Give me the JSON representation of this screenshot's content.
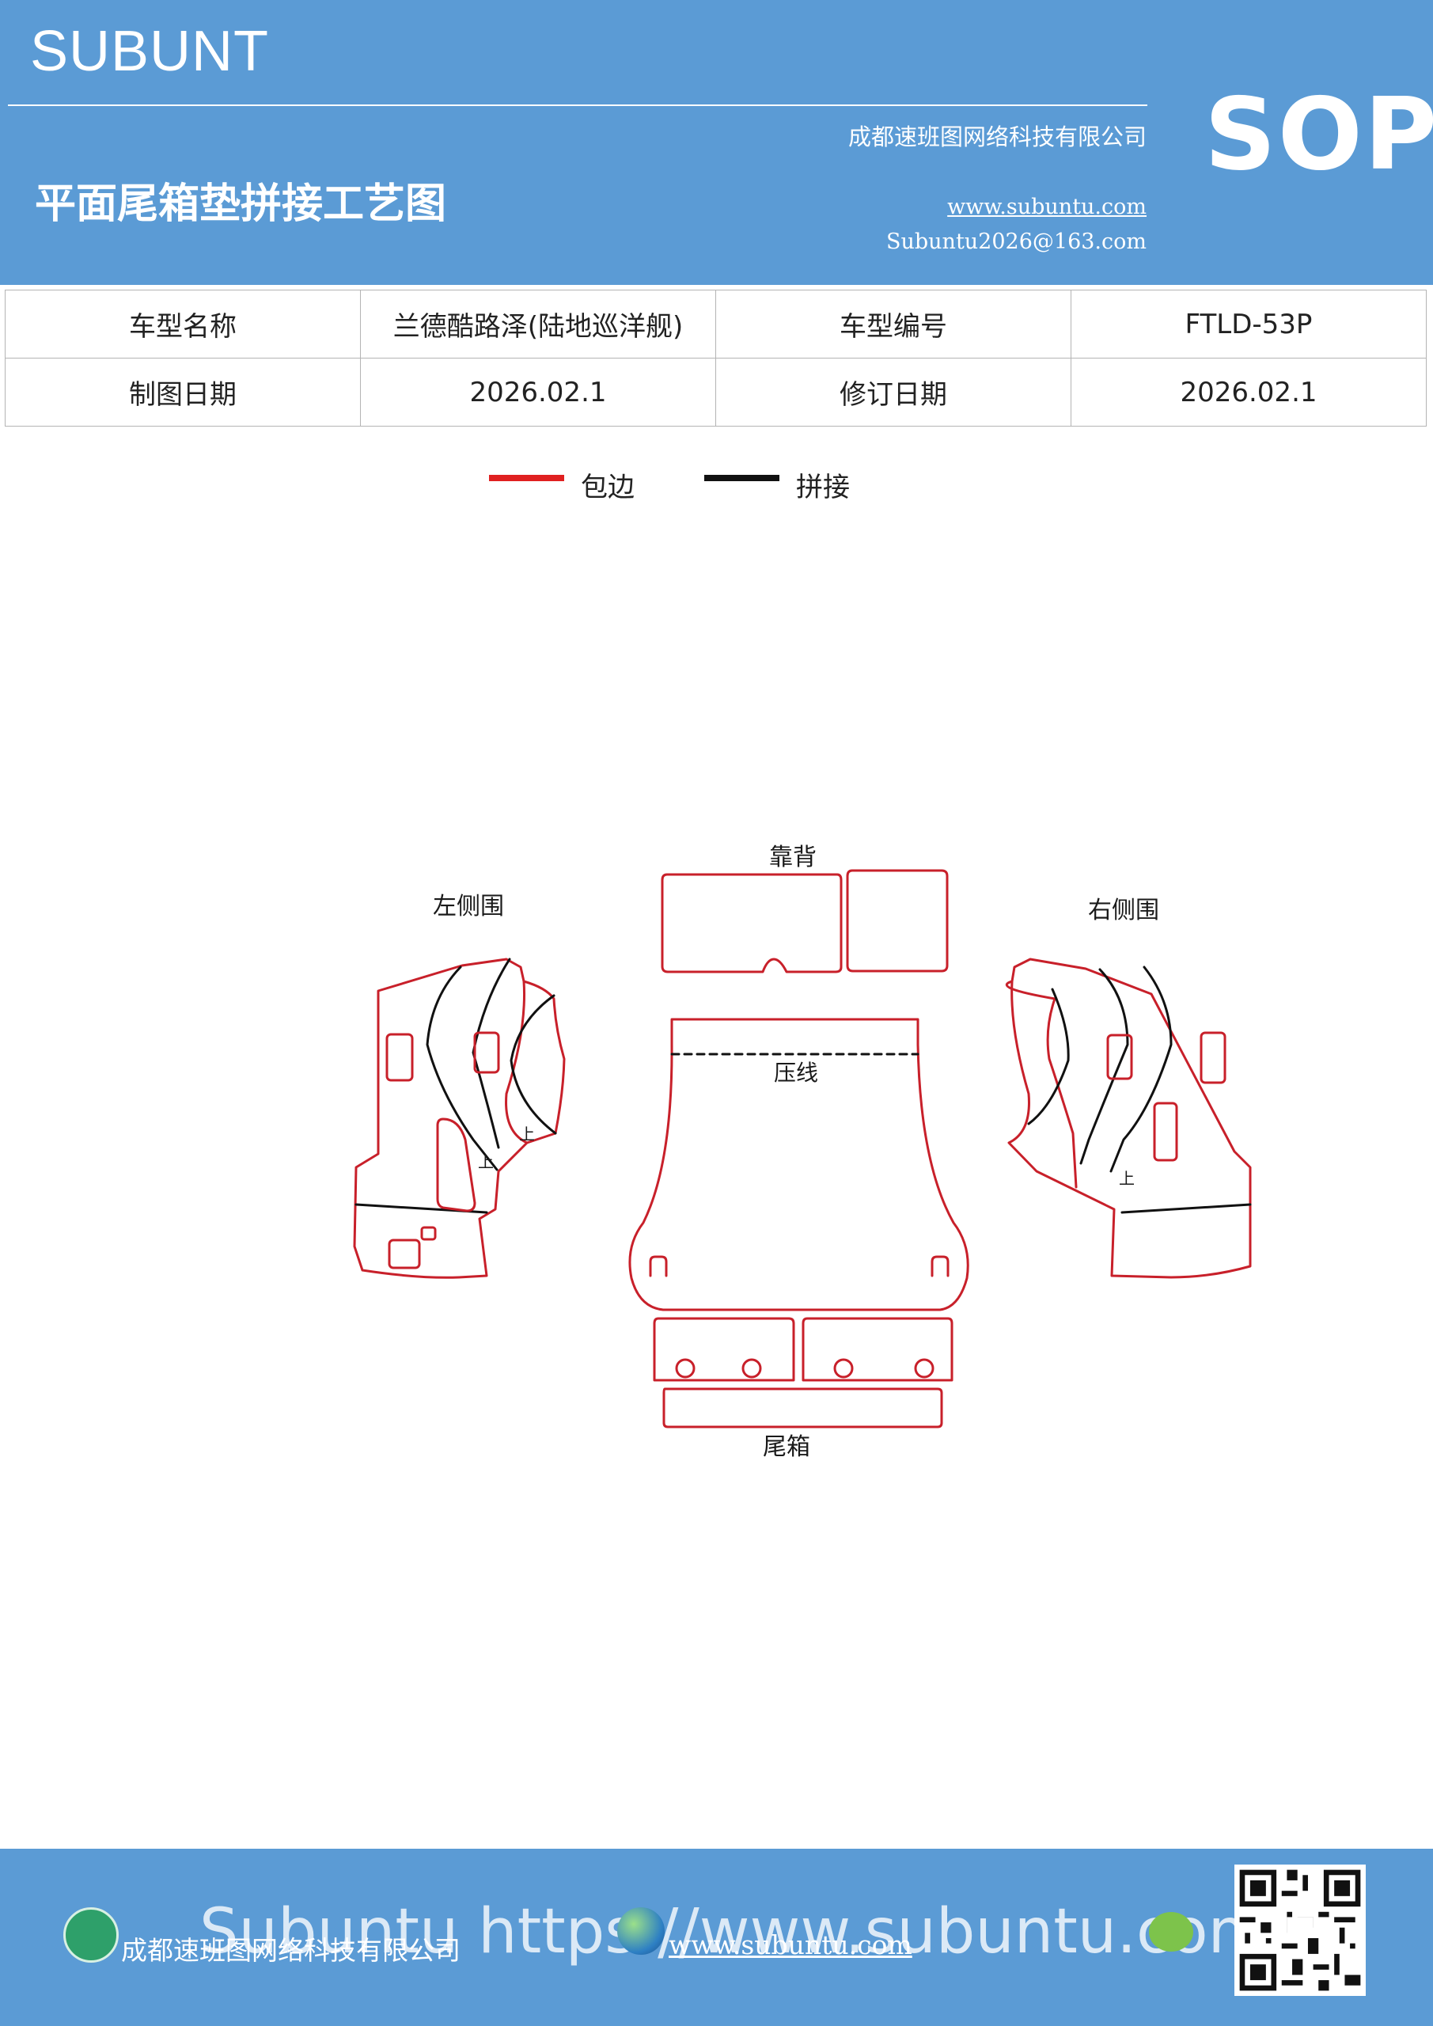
{
  "header": {
    "brand": "SUBUNT",
    "company": "成都速班图网络科技有限公司",
    "title": "平面尾箱垫拼接工艺图",
    "website": "www.subuntu.com",
    "email": "Subuntu2026@163.com",
    "badge": "SOP"
  },
  "info_table": {
    "rows": [
      [
        "车型名称",
        "兰德酷路泽(陆地巡洋舰)",
        "车型编号",
        "FTLD-53P"
      ],
      [
        "制图日期",
        "2026.02.1",
        "修订日期",
        "2026.02.1"
      ]
    ]
  },
  "legend": {
    "items": [
      {
        "label": "包边",
        "color": "#e02020"
      },
      {
        "label": "拼接",
        "color": "#111111"
      }
    ]
  },
  "diagram": {
    "labels": {
      "backrest": "靠背",
      "left_side": "左侧围",
      "right_side": "右侧围",
      "press_line": "压线",
      "trunk": "尾箱",
      "up_mark": "上"
    },
    "colors": {
      "edge": "#c8202a",
      "seam": "#111111"
    }
  },
  "footer": {
    "company": "成都速班图网络科技有限公司",
    "overlay": "Subuntu https://www.subuntu.com",
    "url": "www.subuntu.com"
  }
}
